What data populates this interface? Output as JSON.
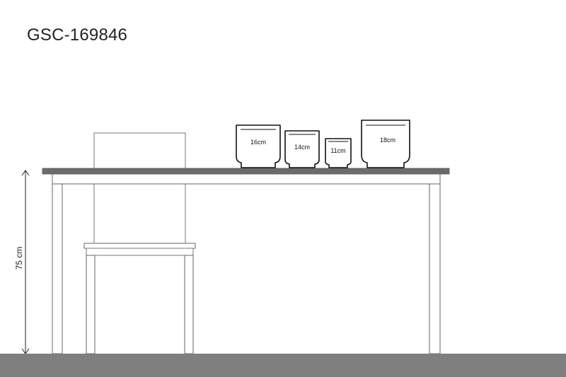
{
  "title": "GSC-169846",
  "height_dimension": {
    "label": "75 cm"
  },
  "pots": [
    {
      "label": "16cm"
    },
    {
      "label": "14cm"
    },
    {
      "label": "11cm"
    },
    {
      "label": "18cm"
    }
  ],
  "colors": {
    "floor": "#7f7f7f",
    "table_top": "#6b6b6b",
    "outline": "#555555",
    "pot_outline": "#111111"
  }
}
